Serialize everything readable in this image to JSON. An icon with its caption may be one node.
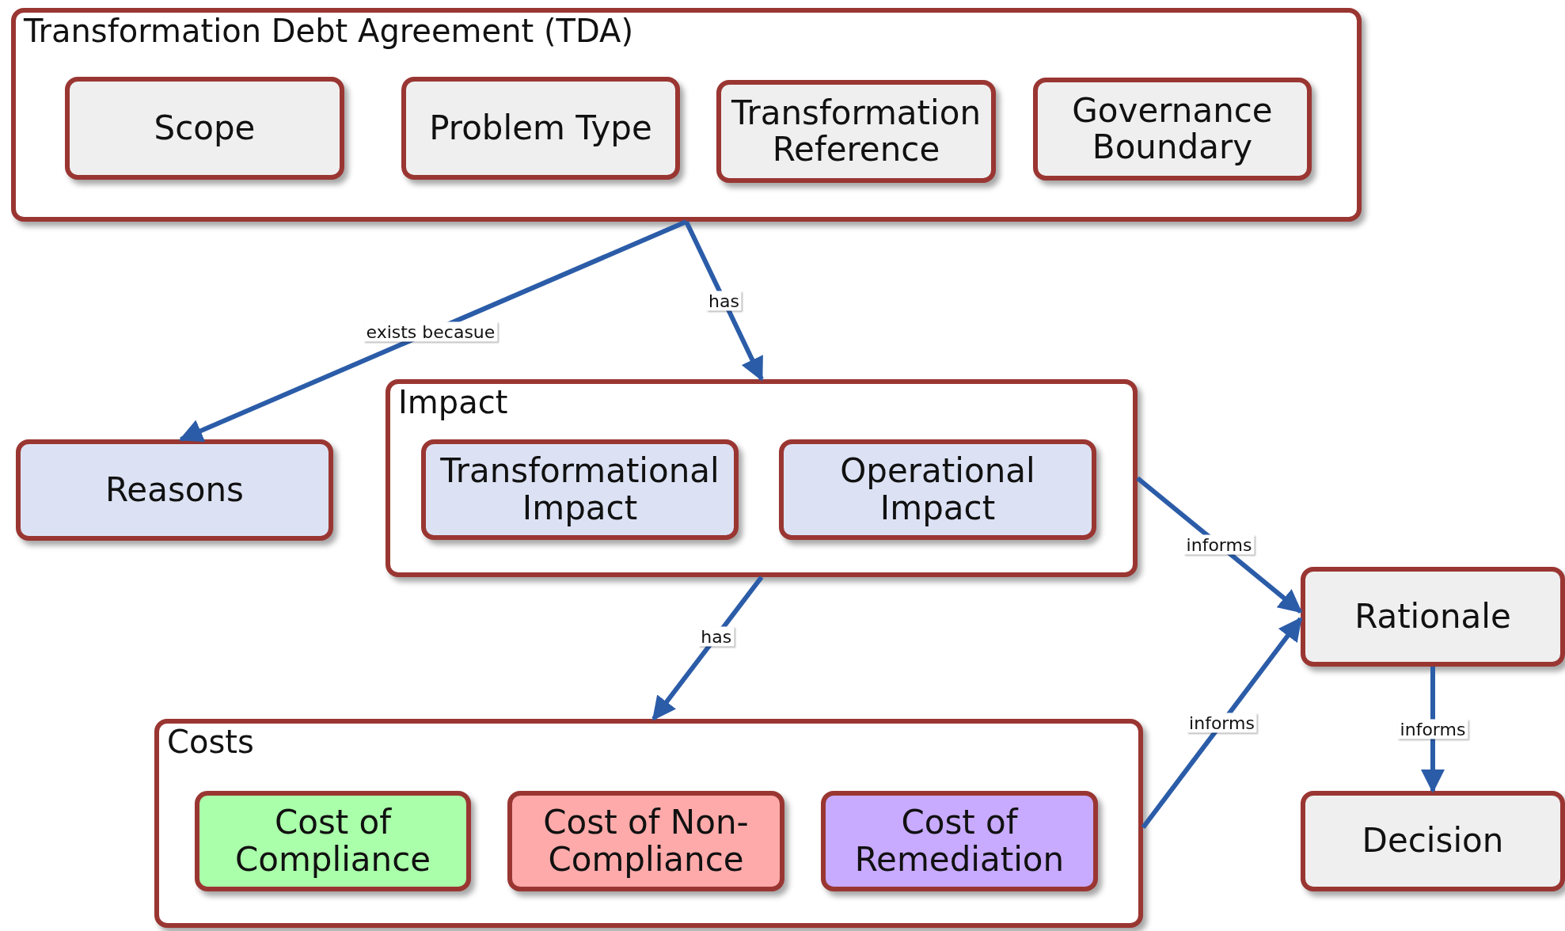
{
  "diagram": {
    "nodes": [
      {
        "text": [
          "Transformation Debt Agreement (TDA)"
        ]
      },
      {
        "text": [
          "Scope"
        ],
        "in": 0
      },
      {
        "text": [
          "Problem Type"
        ],
        "in": 0
      },
      {
        "text": [
          "Transformation Reference"
        ],
        "in": 0
      },
      {
        "text": [
          "Governance Boundary"
        ],
        "in": 0
      },
      {
        "text": [
          "Reasons"
        ]
      },
      {
        "text": [
          "Impact"
        ]
      },
      {
        "text": [
          "Transformational Impact"
        ],
        "in": 6
      },
      {
        "text": [
          "Operational Impact"
        ],
        "in": 6
      },
      {
        "text": [
          "Rationale"
        ]
      },
      {
        "text": [
          "Costs"
        ]
      },
      {
        "text": [
          "Cost of Compliance"
        ],
        "in": 10
      },
      {
        "text": [
          "Cost of Non-Compliance"
        ],
        "in": 10
      },
      {
        "text": [
          "Cost of Remediation"
        ],
        "in": 10
      },
      {
        "text": [
          "Decision"
        ]
      }
    ],
    "edges": [
      {
        "from": 0,
        "to": 5,
        "arrow": "to",
        "label": "exists becasue"
      },
      {
        "from": 0,
        "to": 6,
        "arrow": "to",
        "label": "has"
      },
      {
        "from": 6,
        "to": 10,
        "arrow": "to",
        "label": "has"
      },
      {
        "from": 6,
        "to": 9,
        "arrow": "to",
        "label": "informs"
      },
      {
        "from": 10,
        "to": 9,
        "arrow": "to",
        "label": "informs"
      },
      {
        "from": 9,
        "to": 14,
        "arrow": "to",
        "label": "informs"
      }
    ]
  }
}
